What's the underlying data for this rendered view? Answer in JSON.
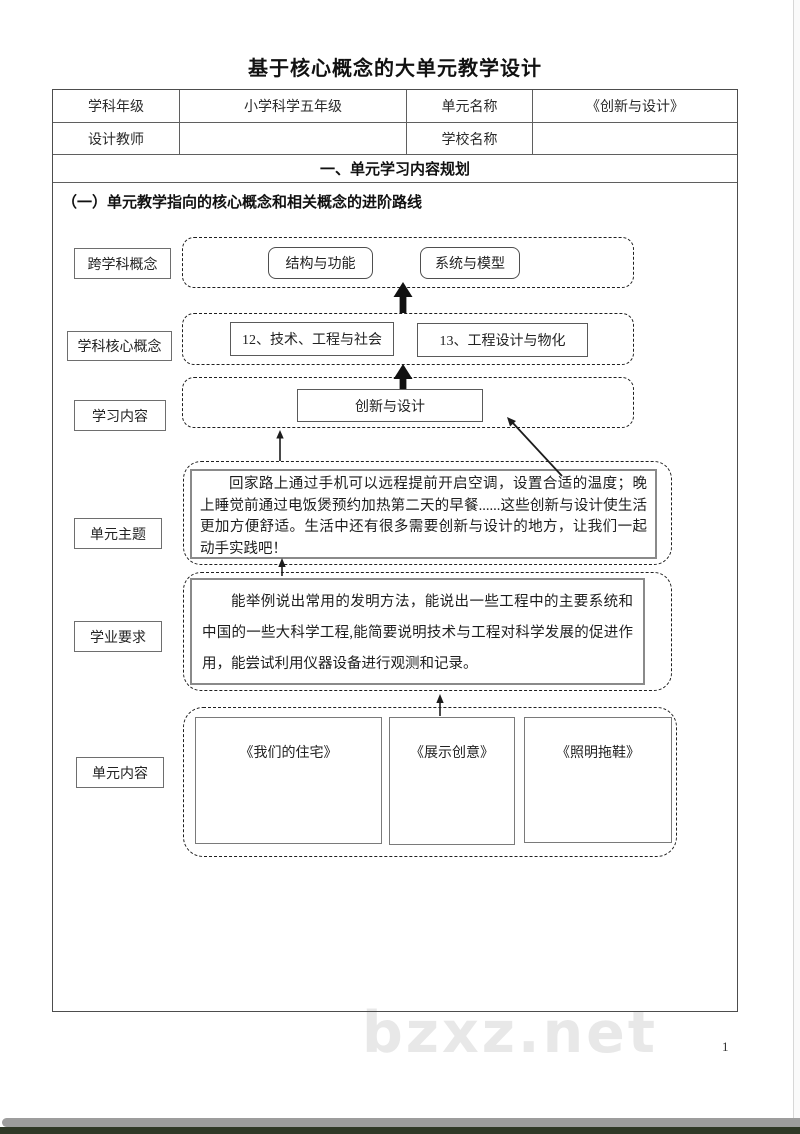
{
  "doc": {
    "title": "基于核心概念的大单元教学设计",
    "watermark": "bzxz.net",
    "page_number": "1"
  },
  "info_table": {
    "row1": {
      "c1": "学科年级",
      "c2": "小学科学五年级",
      "c3": "单元名称",
      "c4": "《创新与设计》"
    },
    "row2": {
      "c1": "设计教师",
      "c2": "",
      "c3": "学校名称",
      "c4": ""
    },
    "section_title": "一、单元学习内容规划"
  },
  "diagram": {
    "heading": "（一）单元教学指向的核心概念和相关概念的进阶路线",
    "cross_concepts": {
      "label": "跨学科概念",
      "boxes": [
        "结构与功能",
        "系统与模型"
      ]
    },
    "core_concepts": {
      "label": "学科核心概念",
      "boxes": [
        "12、技术、工程与社会",
        "13、工程设计与物化"
      ]
    },
    "learning_content": {
      "label": "学习内容",
      "boxes": [
        "创新与设计"
      ]
    },
    "unit_theme": {
      "label": "单元主题",
      "text": "回家路上通过手机可以远程提前开启空调，设置合适的温度；晚上睡觉前通过电饭煲预约加热第二天的早餐......这些创新与设计使生活更加方便舒适。生活中还有很多需要创新与设计的地方，让我们一起动手实践吧！"
    },
    "academic_req": {
      "label": "学业要求",
      "text": "能举例说出常用的发明方法，能说出一些工程中的主要系统和中国的一些大科学工程,能简要说明技术与工程对科学发展的促进作用，能尝试利用仪器设备进行观测和记录。"
    },
    "unit_content": {
      "label": "单元内容",
      "boxes": [
        "《我们的住宅》",
        "《展示创意》",
        "《照明拖鞋》"
      ]
    }
  },
  "colors": {
    "dark_bottom_bar": "#303927",
    "scrollbar": "#9d9d9d",
    "watermark": "#e8e8e8"
  }
}
